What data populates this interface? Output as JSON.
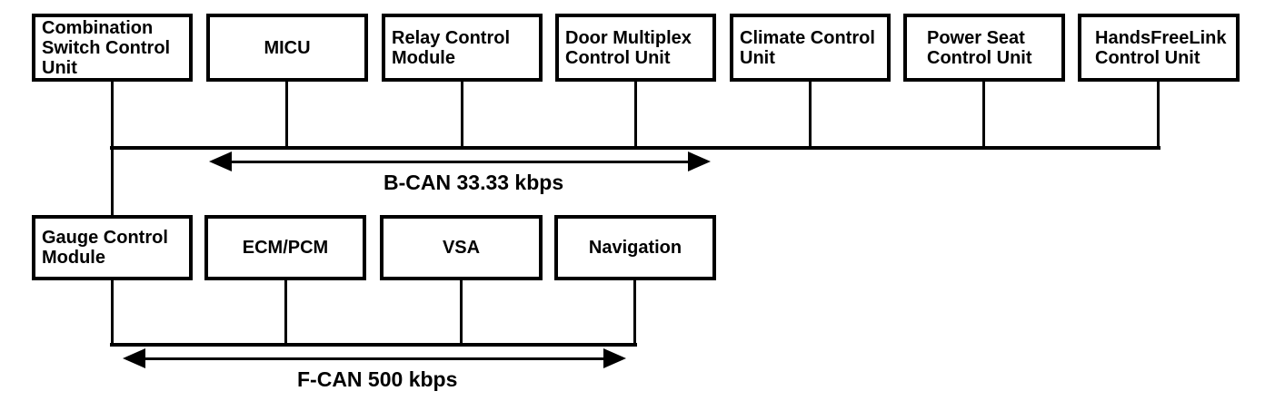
{
  "diagram": {
    "type": "network-topology",
    "colors": {
      "line": "#000000",
      "text": "#000000",
      "background": "#ffffff"
    },
    "top_row_nodes": [
      {
        "label": "Combination Switch Control Unit"
      },
      {
        "label": "MICU"
      },
      {
        "label": "Relay Control Module"
      },
      {
        "label": "Door Multiplex Control Unit"
      },
      {
        "label": "Climate Control Unit"
      },
      {
        "label": "Power Seat Control Unit"
      },
      {
        "label": "HandsFreeLink Control Unit"
      }
    ],
    "bottom_row_nodes": [
      {
        "label": "Gauge Control Module"
      },
      {
        "label": "ECM/PCM"
      },
      {
        "label": "VSA"
      },
      {
        "label": "Navigation"
      }
    ],
    "buses": [
      {
        "name": "B-CAN",
        "speed": "33.33 kbps",
        "label": "B-CAN 33.33 kbps"
      },
      {
        "name": "F-CAN",
        "speed": "500 kbps",
        "label": "F-CAN 500 kbps"
      }
    ]
  }
}
